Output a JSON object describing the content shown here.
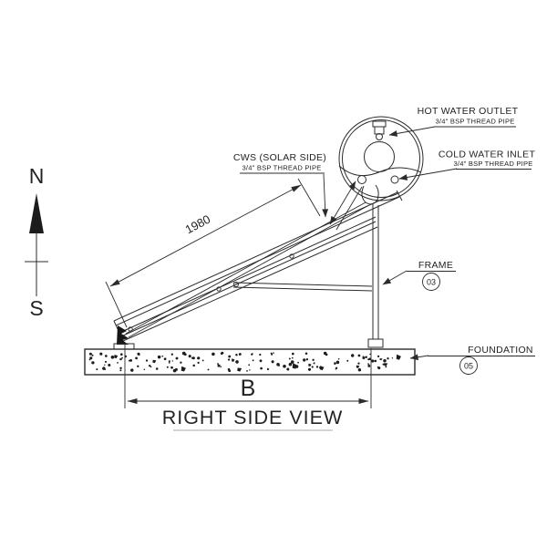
{
  "drawing": {
    "view_title": "RIGHT SIDE VIEW",
    "compass": {
      "north_label": "N",
      "south_label": "S"
    },
    "callouts": {
      "hot_water_outlet": {
        "title": "HOT WATER OUTLET",
        "spec": "3/4\" BSP THREAD PIPE"
      },
      "cold_water_inlet": {
        "title": "COLD WATER INLET",
        "spec": "3/4\" BSP THREAD PIPE"
      },
      "cws_solar_side": {
        "title": "CWS (SOLAR SIDE)",
        "spec": "3/4\" BSP THREAD PIPE"
      },
      "frame": {
        "title": "FRAME",
        "part_number": "03"
      },
      "foundation": {
        "title": "FOUNDATION",
        "part_number": "05"
      }
    },
    "dimensions": {
      "collector_length": "1980",
      "base_width_label": "B"
    },
    "colors": {
      "line": "#2b2b2b",
      "background": "#ffffff"
    }
  }
}
